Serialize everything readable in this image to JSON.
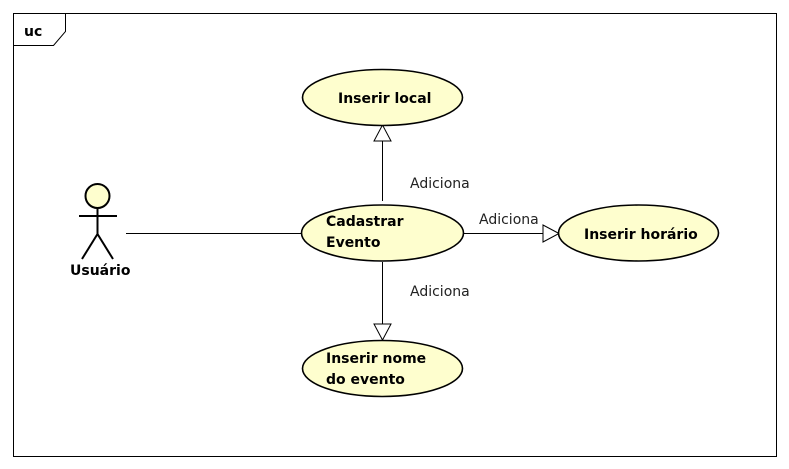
{
  "frame": {
    "label": "uc"
  },
  "actor": {
    "name": "Usuário"
  },
  "use_cases": {
    "inserir_local": {
      "lines": [
        "Inserir local"
      ]
    },
    "cadastrar_evento": {
      "lines": [
        "Cadastrar",
        "Evento"
      ]
    },
    "inserir_horario": {
      "lines": [
        "Inserir horário"
      ]
    },
    "inserir_nome": {
      "lines": [
        "Inserir nome",
        "do evento"
      ]
    }
  },
  "relations": {
    "to_local": "Adiciona",
    "to_horario": "Adiciona",
    "to_nome": "Adiciona"
  }
}
